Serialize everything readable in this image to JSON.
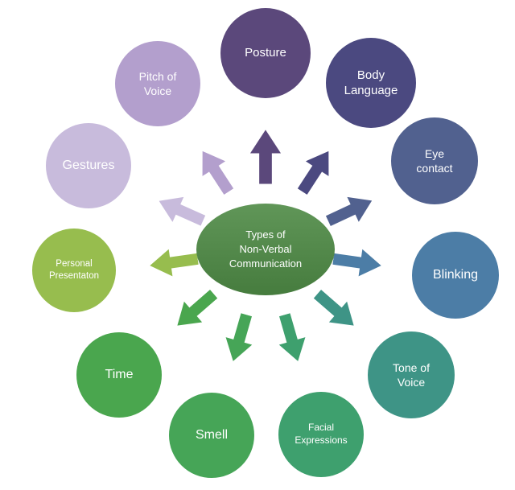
{
  "diagram": {
    "title": "Types of Non-Verbal Communication"
  },
  "center": {
    "label": "Types of\nNon-Verbal\nCommunication",
    "color": "#4e8a45"
  },
  "nodes": [
    {
      "label": "Posture",
      "color": "#5b487b"
    },
    {
      "label": "Body\nLanguage",
      "color": "#4b4980"
    },
    {
      "label": "Eye\ncontact",
      "color": "#51618f"
    },
    {
      "label": "Blinking",
      "color": "#4c7da6"
    },
    {
      "label": "Tone of\nVoice",
      "color": "#3e9486"
    },
    {
      "label": "Facial\nExpressions",
      "color": "#3ea06e"
    },
    {
      "label": "Smell",
      "color": "#46a557"
    },
    {
      "label": "Time",
      "color": "#4aa64e"
    },
    {
      "label": "Personal\nPresentaton",
      "color": "#97bd4e"
    },
    {
      "label": "Gestures",
      "color": "#c8bbdc"
    },
    {
      "label": "Pitch of\nVoice",
      "color": "#b39fcd"
    }
  ]
}
